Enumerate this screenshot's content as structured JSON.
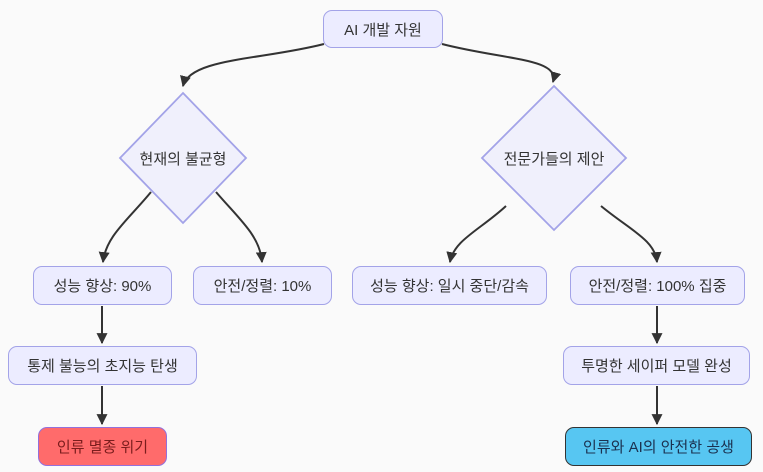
{
  "diagram": {
    "type": "flowchart",
    "nodes": {
      "root": {
        "label": "AI 개발 자원"
      },
      "decision_left": {
        "label": "현재의 불균형"
      },
      "decision_right": {
        "label": "전문가들의 제안"
      },
      "perf_90": {
        "label": "성능 향상: 90%"
      },
      "safety_10": {
        "label": "안전/정렬: 10%"
      },
      "perf_pause": {
        "label": "성능 향상: 일시 중단/감속"
      },
      "safety_100": {
        "label": "안전/정렬: 100% 집중"
      },
      "superintelligence": {
        "label": "통제 불능의 초지능 탄생"
      },
      "safer_model": {
        "label": "투명한 세이퍼 모델 완성"
      },
      "extinction": {
        "label": "인류 멸종 위기"
      },
      "coexistence": {
        "label": "인류와 AI의 안전한 공생"
      }
    },
    "edges": [
      {
        "from": "root",
        "to": "decision_left"
      },
      {
        "from": "root",
        "to": "decision_right"
      },
      {
        "from": "decision_left",
        "to": "perf_90"
      },
      {
        "from": "decision_left",
        "to": "safety_10"
      },
      {
        "from": "decision_right",
        "to": "perf_pause"
      },
      {
        "from": "decision_right",
        "to": "safety_100"
      },
      {
        "from": "perf_90",
        "to": "superintelligence"
      },
      {
        "from": "superintelligence",
        "to": "extinction"
      },
      {
        "from": "safety_100",
        "to": "safer_model"
      },
      {
        "from": "safer_model",
        "to": "coexistence"
      }
    ],
    "colors": {
      "background": "#FAFAFA",
      "node_fill": "#ECECFF",
      "diamond_fill": "#F0F0FC",
      "node_border": "#A3A3E8",
      "edge": "#333333",
      "text": "#333333",
      "danger_fill": "#FF6B6B",
      "danger_border": "#9370DB",
      "danger_text": "#7B1D1D",
      "success_fill": "#57C6F2",
      "success_border": "#333333",
      "success_text": "#1B3150"
    }
  }
}
